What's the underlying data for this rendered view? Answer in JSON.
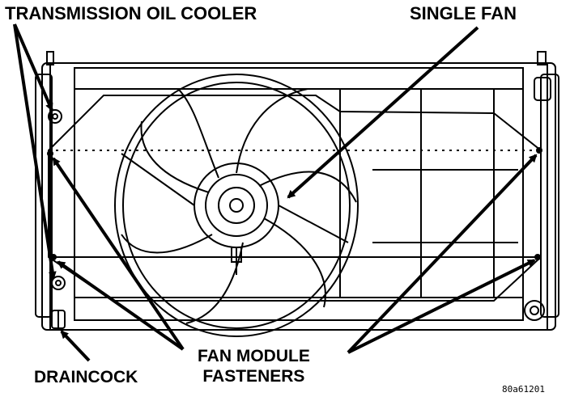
{
  "labels": {
    "transmission_oil_cooler": "TRANSMISSION OIL COOLER",
    "single_fan": "SINGLE FAN",
    "fan_module_fasteners_line1": "FAN MODULE",
    "fan_module_fasteners_line2": "FASTENERS",
    "draincock": "DRAINCOCK",
    "figure_code": "80a61201"
  },
  "colors": {
    "line": "#000000",
    "background": "#ffffff"
  }
}
